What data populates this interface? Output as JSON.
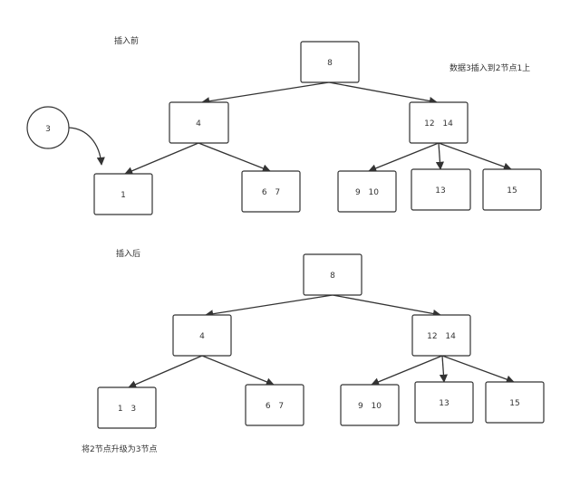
{
  "captions": {
    "before": "插入前",
    "insert_note": "数据3插入到2节点1上",
    "after": "插入后",
    "upgrade_note": "将2节点升级为3节点"
  },
  "insert_value": "3",
  "before_tree": {
    "root": "8",
    "left": "4",
    "right": "12 14",
    "left_children": [
      "1",
      "6 7"
    ],
    "right_children": [
      "9 10",
      "13",
      "15"
    ]
  },
  "after_tree": {
    "root": "8",
    "left": "4",
    "right": "12 14",
    "left_children": [
      "1 3",
      "6 7"
    ],
    "right_children": [
      "9 10",
      "13",
      "15"
    ]
  },
  "colors": {
    "stroke": "#333333",
    "fill": "#ffffff",
    "text": "#333333"
  }
}
